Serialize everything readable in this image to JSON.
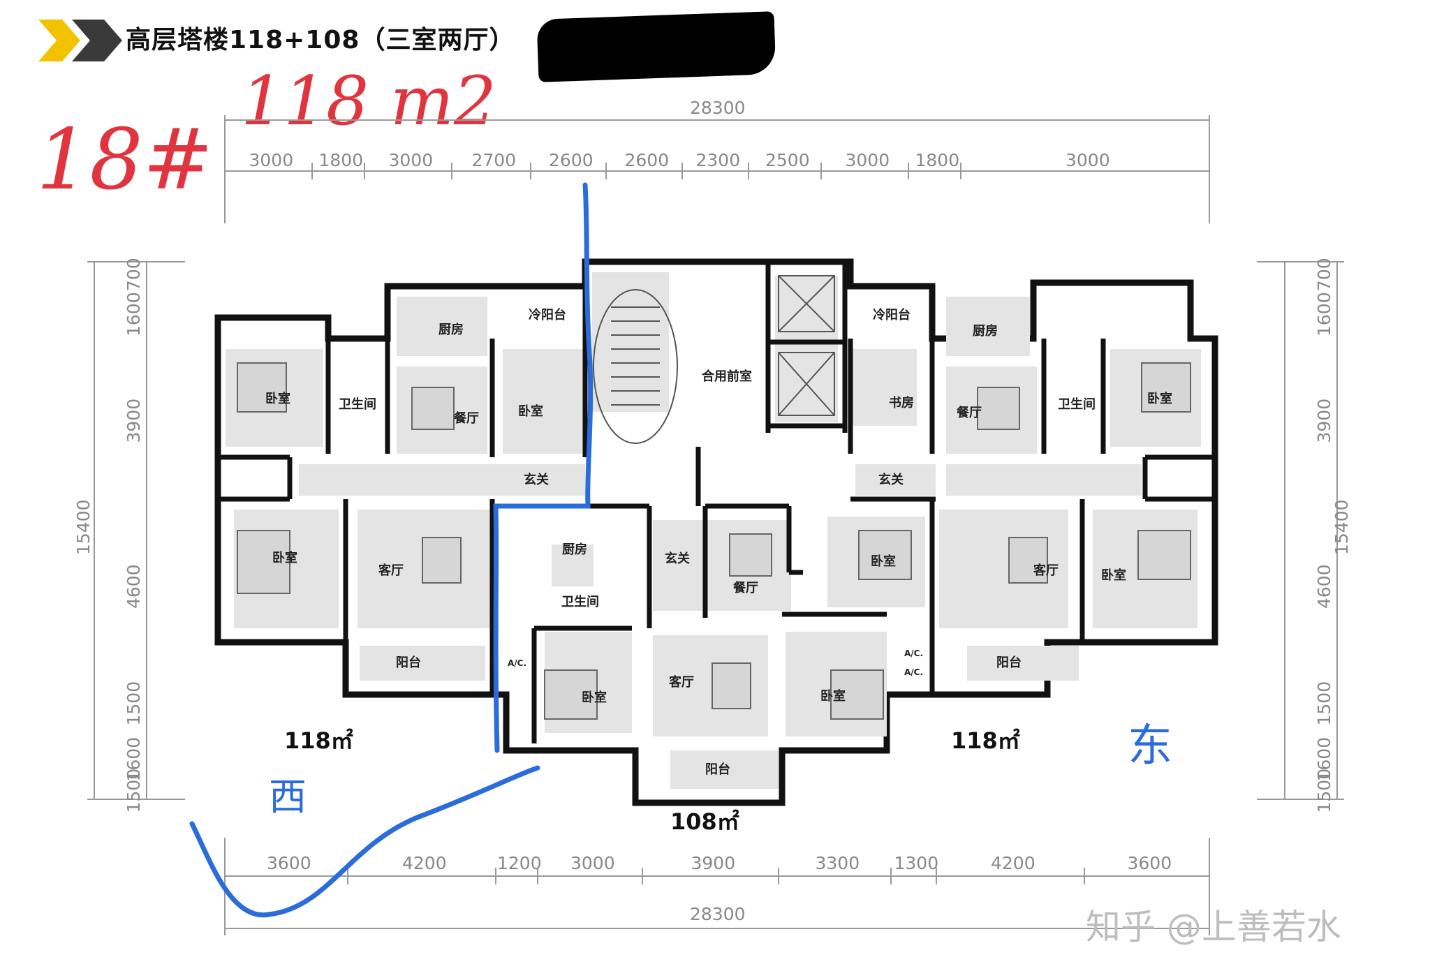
{
  "header": {
    "title": "高层塔楼118+108（三室两厅）"
  },
  "annotations": {
    "building_no": "18#",
    "unit_area": "118 m2",
    "west": "西",
    "east": "东"
  },
  "dimensions": {
    "top_total": "28300",
    "top_segments": [
      "3000",
      "1800",
      "3000",
      "2700",
      "2600",
      "2600",
      "2300",
      "2500",
      "3000",
      "1800",
      "3000"
    ],
    "bottom_total": "28300",
    "bottom_segments": [
      "3600",
      "4200",
      "1200",
      "3000",
      "3900",
      "3300",
      "1300",
      "4200",
      "3600"
    ],
    "side_total": "15400",
    "side_segments": [
      "700",
      "1600",
      "3900",
      "4600",
      "1500",
      "1600",
      "1500"
    ]
  },
  "rooms": {
    "kitchen": "厨房",
    "cold_balcony": "冷阳台",
    "bedroom": "卧室",
    "bathroom": "卫生间",
    "dining": "餐厅",
    "foyer": "玄关",
    "living": "客厅",
    "balcony": "阳台",
    "study": "书房",
    "lobby": "合用前室",
    "ac": "A/C."
  },
  "unit_areas": {
    "west": "118㎡",
    "middle": "108㎡",
    "east": "118㎡"
  },
  "watermark": "知乎 @上善若水"
}
